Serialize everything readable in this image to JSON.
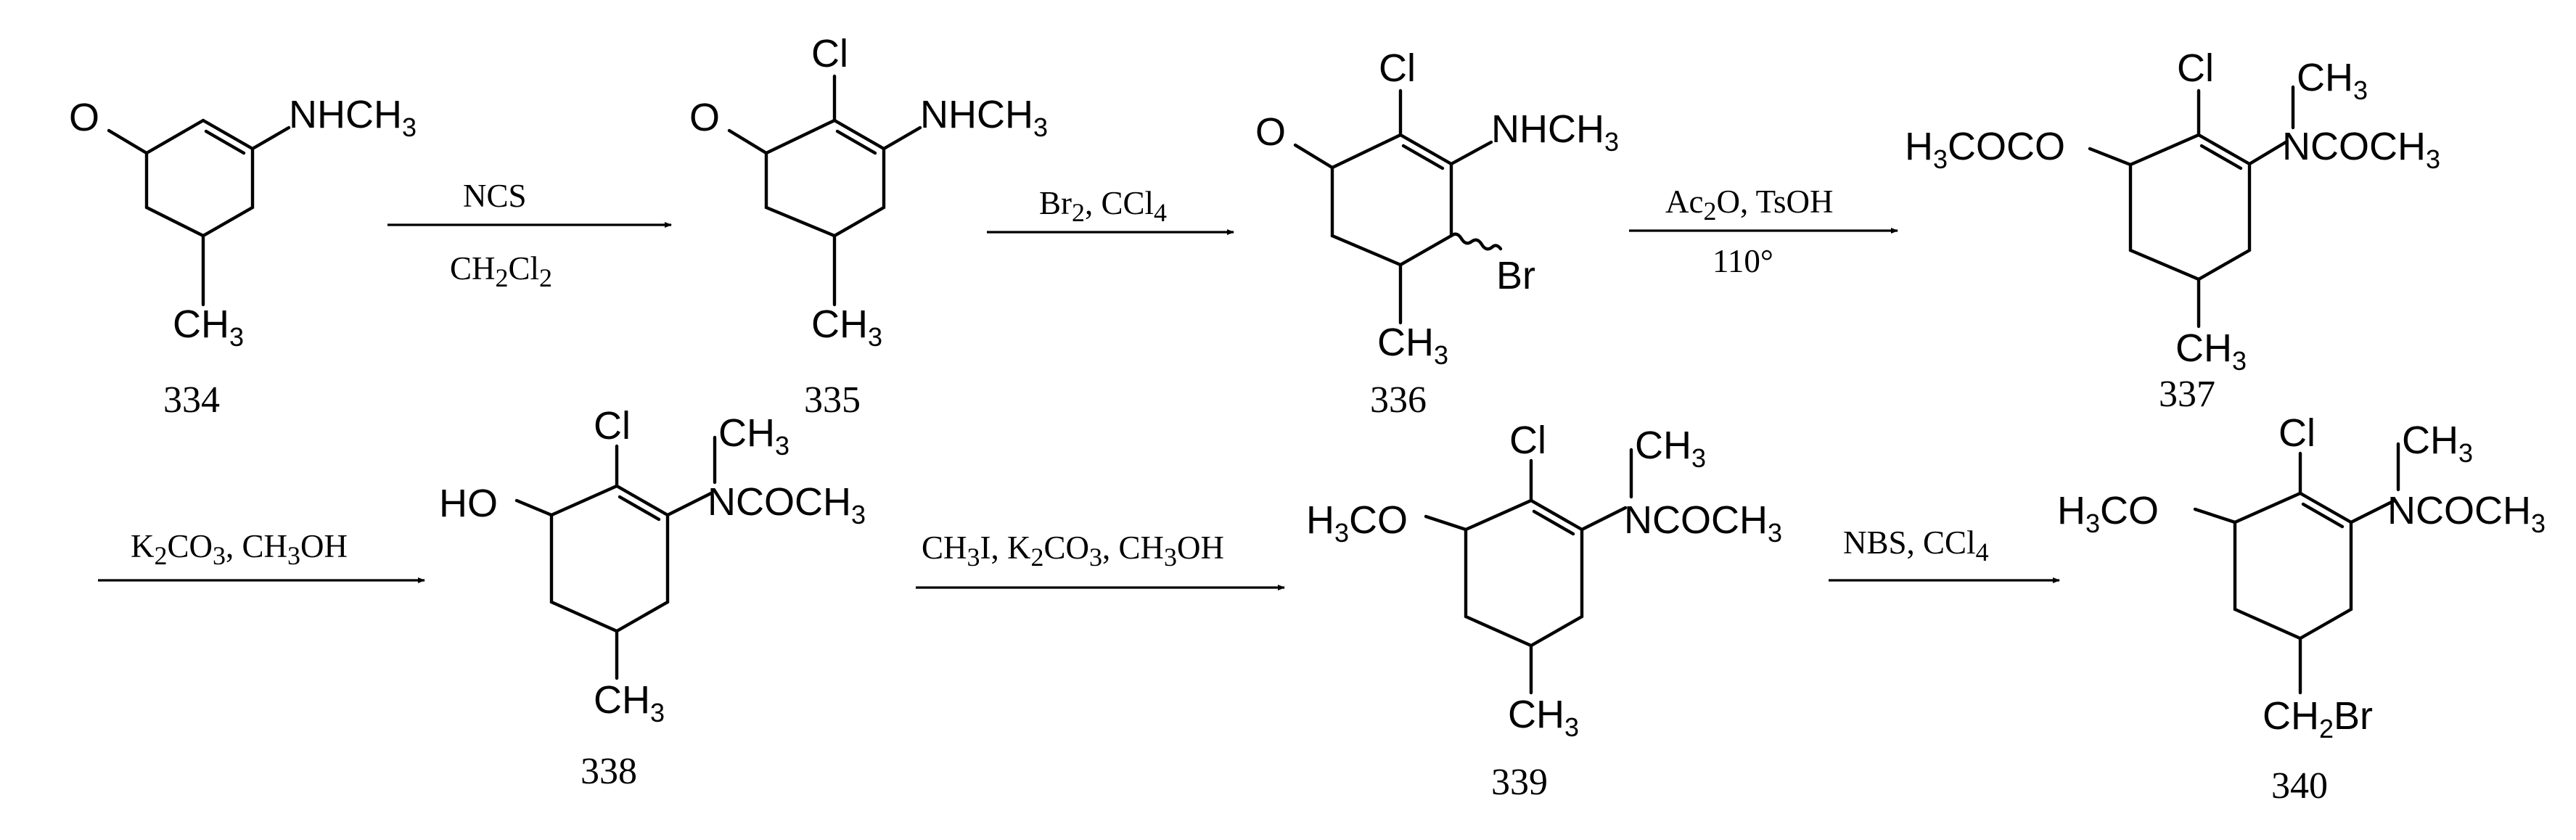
{
  "compounds": {
    "c334": {
      "number": "334",
      "ketone_o": "O",
      "amine": "NHCH",
      "amine_sub": "3",
      "methyl": "CH",
      "methyl_sub": "3"
    },
    "c335": {
      "number": "335",
      "ketone_o": "O",
      "chloro": "Cl",
      "amine": "NHCH",
      "amine_sub": "3",
      "methyl": "CH",
      "methyl_sub": "3"
    },
    "c336": {
      "number": "336",
      "ketone_o": "O",
      "chloro": "Cl",
      "amine": "NHCH",
      "amine_sub": "3",
      "bromo": "Br",
      "methyl": "CH",
      "methyl_sub": "3"
    },
    "c337": {
      "number": "337",
      "ester_pre": "H",
      "ester_sub": "3",
      "ester_post": "COCO",
      "chloro": "Cl",
      "n_methyl": "CH",
      "n_methyl_sub": "3",
      "amide": "NCOCH",
      "amide_sub": "3",
      "methyl": "CH",
      "methyl_sub": "3"
    },
    "c338": {
      "number": "338",
      "hydroxy": "HO",
      "chloro": "Cl",
      "n_methyl": "CH",
      "n_methyl_sub": "3",
      "amide": "NCOCH",
      "amide_sub": "3",
      "methyl": "CH",
      "methyl_sub": "3"
    },
    "c339": {
      "number": "339",
      "methoxy_pre": "H",
      "methoxy_sub": "3",
      "methoxy_post": "CO",
      "chloro": "Cl",
      "n_methyl": "CH",
      "n_methyl_sub": "3",
      "amide": "NCOCH",
      "amide_sub": "3",
      "methyl": "CH",
      "methyl_sub": "3"
    },
    "c340": {
      "number": "340",
      "methoxy_pre": "H",
      "methoxy_sub": "3",
      "methoxy_post": "CO",
      "chloro": "Cl",
      "n_methyl": "CH",
      "n_methyl_sub": "3",
      "amide": "NCOCH",
      "amide_sub": "3",
      "bromomethyl": "CH",
      "bromomethyl_sub": "2",
      "bromomethyl_post": "Br"
    }
  },
  "reactions": {
    "r1": {
      "above": "NCS",
      "below_pre": "CH",
      "below_sub1": "2",
      "below_mid": "Cl",
      "below_sub2": "2"
    },
    "r2": {
      "above_pre": "Br",
      "above_sub1": "2",
      "above_mid": ", CCl",
      "above_sub2": "4"
    },
    "r3": {
      "above_pre": "Ac",
      "above_sub": "2",
      "above_post": "O, TsOH",
      "below": "110°"
    },
    "r4": {
      "above_pre": "K",
      "above_sub1": "2",
      "above_mid1": "CO",
      "above_sub2": "3",
      "above_post": ", CH",
      "above_sub3": "3",
      "above_end": "OH"
    },
    "r5": {
      "above_pre": "CH",
      "above_sub1": "3",
      "above_mid1": "I, K",
      "above_sub2": "2",
      "above_mid2": "CO",
      "above_sub3": "3",
      "above_mid3": ", CH",
      "above_sub4": "3",
      "above_end": "OH"
    },
    "r6": {
      "above_pre": "NBS, CCl",
      "above_sub": "4"
    }
  }
}
